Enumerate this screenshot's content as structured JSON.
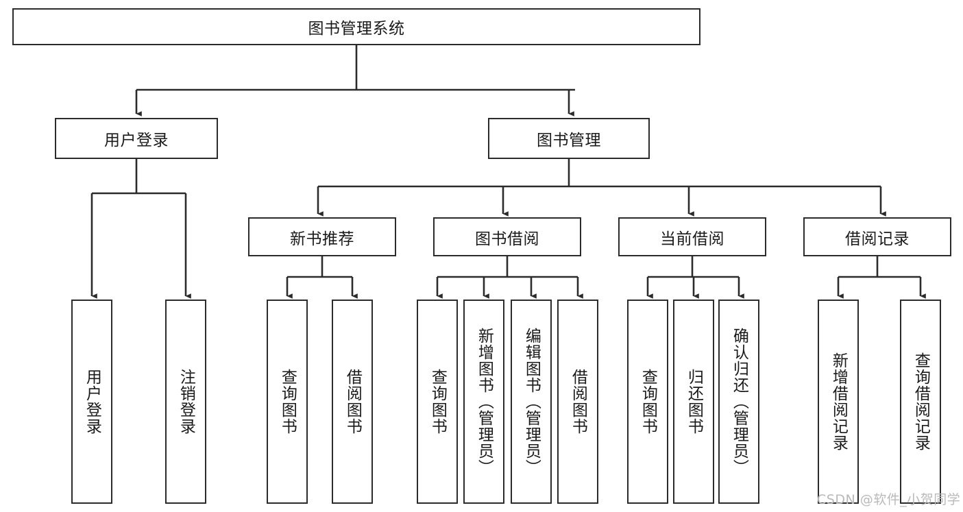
{
  "diagram": {
    "type": "tree-structure-chart",
    "title": "图书管理系统",
    "orientation": "top-down",
    "colors": {
      "box_border": "#2b2b2b",
      "box_fill": "#ffffff",
      "connector": "#2b2b2b",
      "text": "#1a1a1a",
      "watermark": "#b9b9b9",
      "background": "#ffffff"
    }
  },
  "root": {
    "label": "图书管理系统"
  },
  "level2": [
    {
      "label": "用户登录"
    },
    {
      "label": "图书管理"
    }
  ],
  "level3": [
    {
      "label": "新书推荐"
    },
    {
      "label": "图书借阅"
    },
    {
      "label": "当前借阅"
    },
    {
      "label": "借阅记录"
    }
  ],
  "leaves": {
    "user_login": [
      {
        "label": "用户登录"
      },
      {
        "label": "注销登录"
      }
    ],
    "new_book_recommend": [
      {
        "label": "查询图书"
      },
      {
        "label": "借阅图书"
      }
    ],
    "book_borrow": [
      {
        "label": "查询图书"
      },
      {
        "label": "新增图书（管理员）"
      },
      {
        "label": "编辑图书（管理员）"
      },
      {
        "label": "借阅图书"
      }
    ],
    "current_borrow": [
      {
        "label": "查询图书"
      },
      {
        "label": "归还图书"
      },
      {
        "label": "确认归还（管理员）"
      }
    ],
    "borrow_record": [
      {
        "label": "新增借阅记录"
      },
      {
        "label": "查询借阅记录"
      }
    ]
  },
  "watermark": {
    "text": "CSDN @软件_小贺同学"
  }
}
